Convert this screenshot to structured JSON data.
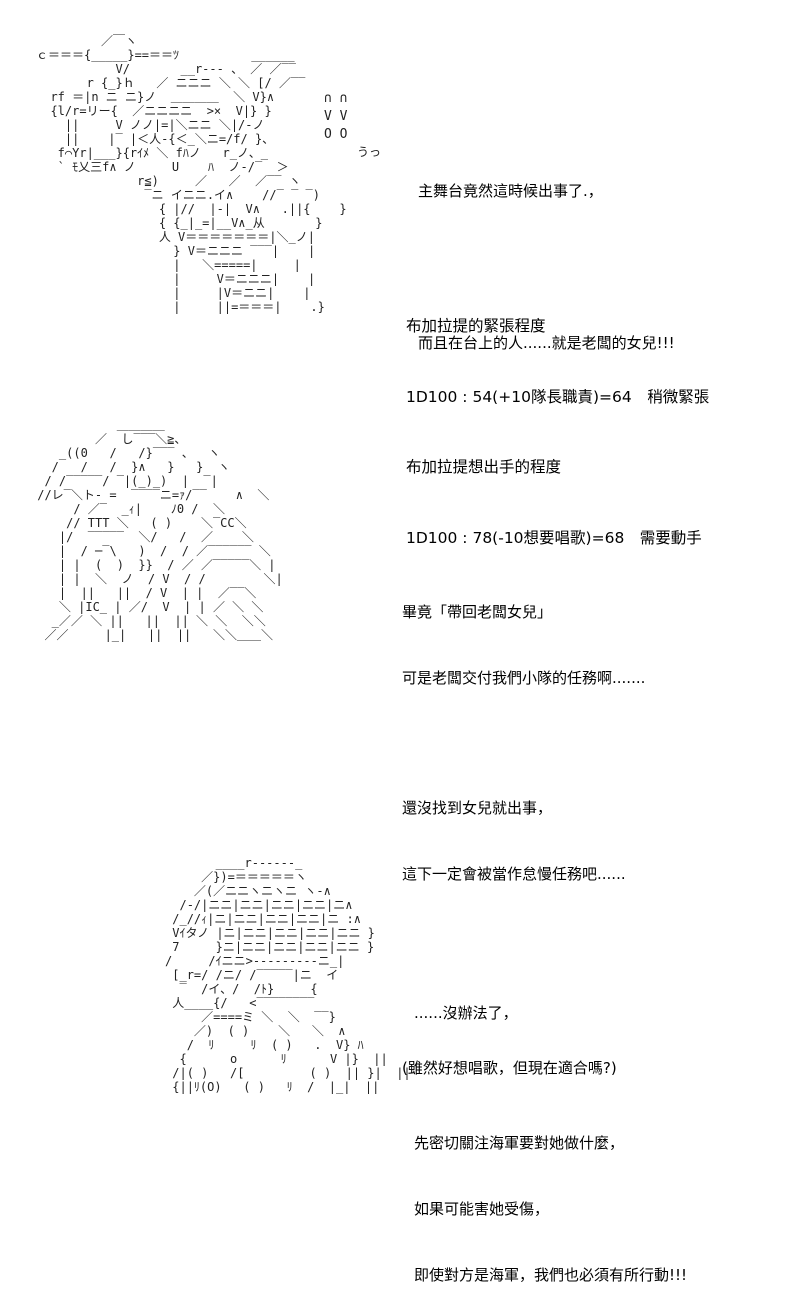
{
  "panel1": {
    "lines": [
      "主舞台竟然這時候出事了.，",
      "而且在台上的人......就是老闆的女兒!!!"
    ],
    "sfx": "うっ",
    "eyes": "∩ ∩\nV V\nO O"
  },
  "panel1_dice": {
    "lines": [
      "布加拉提的緊張程度",
      "1D100 : 54(+10隊長職責)=64　稍微緊張",
      "布加拉提想出手的程度",
      "1D100 : 78(-10想要唱歌)=68　需要動手"
    ]
  },
  "panel2": {
    "lines": [
      "畢竟「帶回老闆女兒」",
      "可是老闆交付我們小隊的任務啊.......",
      "還沒找到女兒就出事，",
      "這下一定會被當作怠慢任務吧......",
      "(雖然好想唱歌，但現在適合嗎?)"
    ]
  },
  "panel3": {
    "lines": [
      "......沒辦法了，",
      "先密切關注海軍要對她做什麼，",
      "如果可能害她受傷，",
      "即使對方是海軍，我們也必須有所行動!!!"
    ]
  }
}
